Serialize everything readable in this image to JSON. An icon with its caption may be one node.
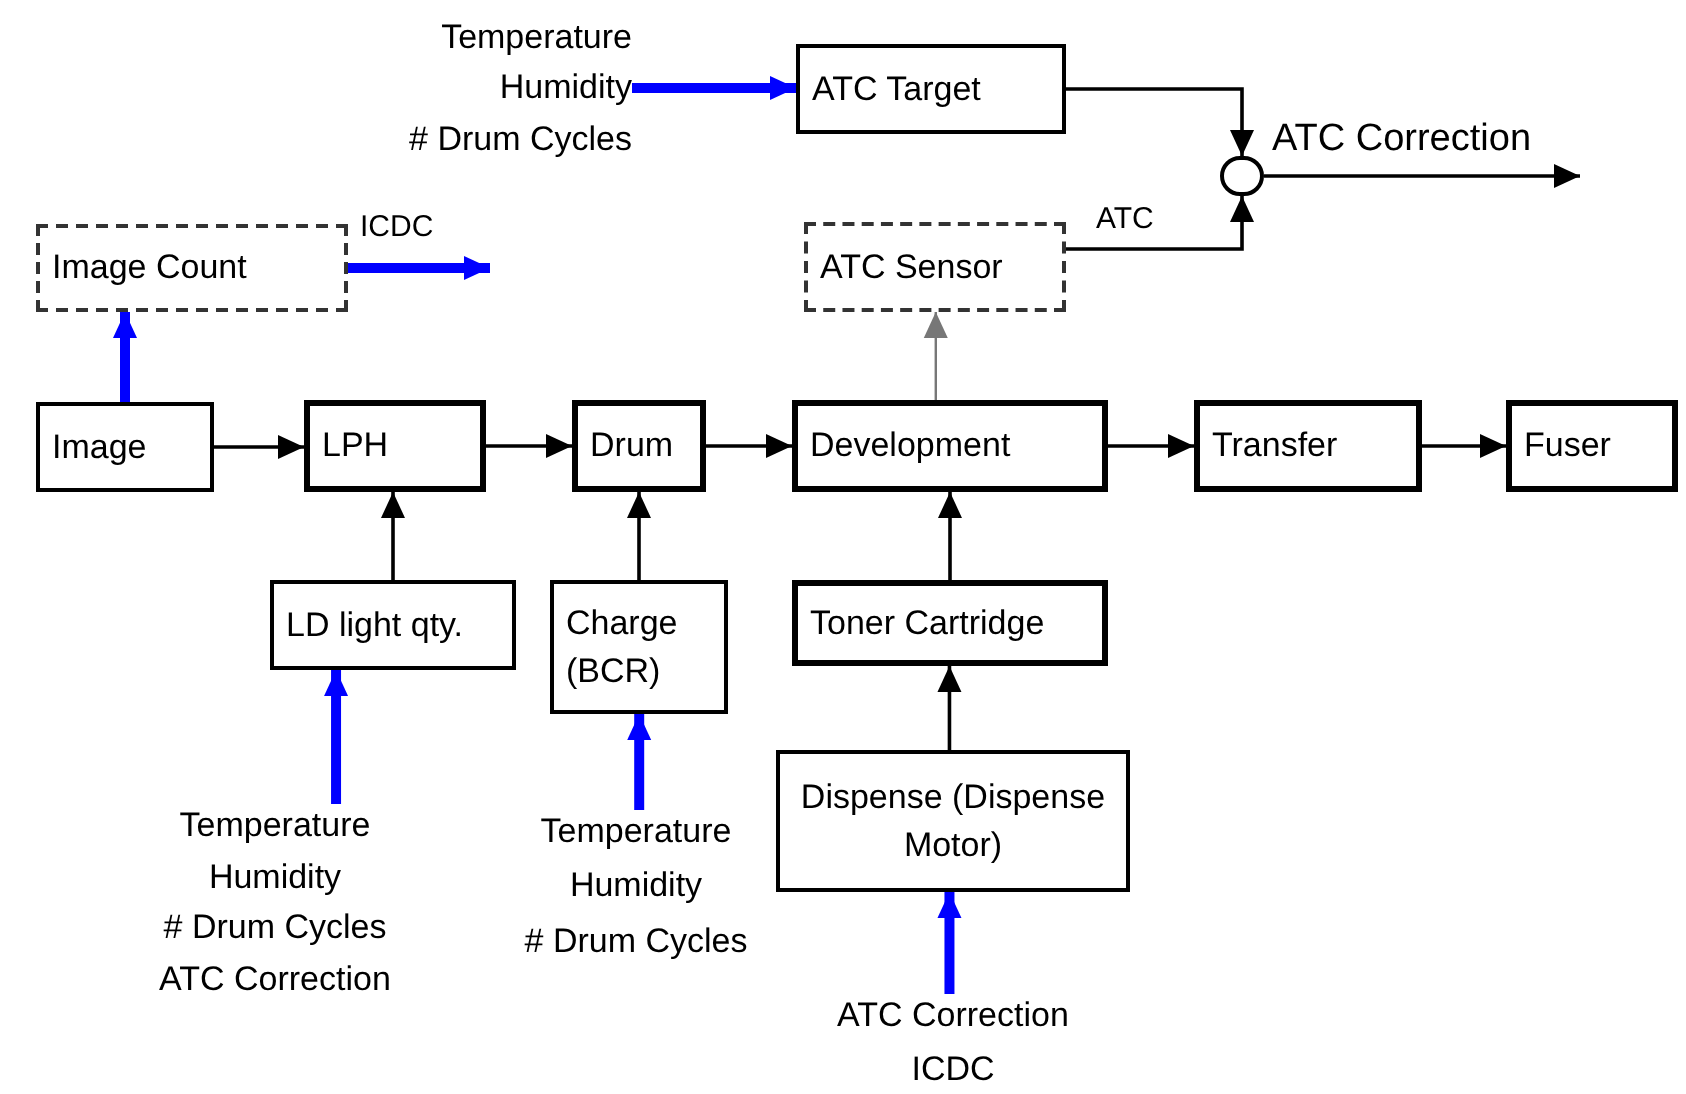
{
  "diagram": {
    "nodes": [
      {
        "text": [
          "Temperature",
          "Humidity",
          "# Drum Cycles"
        ]
      },
      {
        "text": [
          "ATC Target"
        ]
      },
      {
        "text": [],
        "shape": "circle"
      },
      {
        "text": [
          "Image Count"
        ]
      },
      {
        "text": [
          "ATC Sensor"
        ]
      },
      {
        "text": [
          "Image"
        ]
      },
      {
        "text": [
          "LPH"
        ]
      },
      {
        "text": [
          "Drum"
        ]
      },
      {
        "text": [
          "Development"
        ]
      },
      {
        "text": [
          "Transfer"
        ]
      },
      {
        "text": [
          "Fuser"
        ]
      },
      {
        "text": [
          "LD light qty."
        ]
      },
      {
        "text": [
          "Charge (BCR)"
        ]
      },
      {
        "text": [
          "Toner Cartridge"
        ]
      },
      {
        "text": [
          "Dispense (Dispense Motor)"
        ]
      },
      {
        "text": [
          "Temperature",
          "Humidity",
          "# Drum Cycles",
          "ATC Correction"
        ]
      },
      {
        "text": [
          "Temperature",
          "Humidity",
          "# Drum Cycles"
        ]
      },
      {
        "text": [
          "ATC Correction",
          "ICDC"
        ]
      }
    ],
    "edges": [
      {
        "from": 0,
        "to": 1,
        "arrow": "to",
        "style": "thick",
        "color": "#0000ff"
      },
      {
        "from": 1,
        "to": 2,
        "arrow": "to"
      },
      {
        "from": 4,
        "to": 2,
        "arrow": "to",
        "label": "ATC"
      },
      {
        "from": 2,
        "to": null,
        "arrow": "to",
        "label": "ATC Correction"
      },
      {
        "from": 3,
        "to": null,
        "arrow": "to",
        "label": "ICDC",
        "style": "thick",
        "color": "#0000ff"
      },
      {
        "from": 5,
        "to": 3,
        "arrow": "to",
        "style": "thick",
        "color": "#0000ff"
      },
      {
        "from": 5,
        "to": 6,
        "arrow": "to"
      },
      {
        "from": 6,
        "to": 7,
        "arrow": "to"
      },
      {
        "from": 7,
        "to": 8,
        "arrow": "to"
      },
      {
        "from": 8,
        "to": 9,
        "arrow": "to"
      },
      {
        "from": 9,
        "to": 10,
        "arrow": "to"
      },
      {
        "from": 8,
        "to": 4,
        "arrow": "to",
        "color": "#777777"
      },
      {
        "from": 11,
        "to": 6,
        "arrow": "to"
      },
      {
        "from": 12,
        "to": 7,
        "arrow": "to"
      },
      {
        "from": 13,
        "to": 8,
        "arrow": "to"
      },
      {
        "from": 14,
        "to": 13,
        "arrow": "to"
      },
      {
        "from": 15,
        "to": 11,
        "arrow": "to",
        "style": "thick",
        "color": "#0000ff"
      },
      {
        "from": 16,
        "to": 12,
        "arrow": "to",
        "style": "thick",
        "color": "#0000ff"
      },
      {
        "from": 17,
        "to": 14,
        "arrow": "to",
        "style": "thick",
        "color": "#0000ff"
      }
    ]
  }
}
